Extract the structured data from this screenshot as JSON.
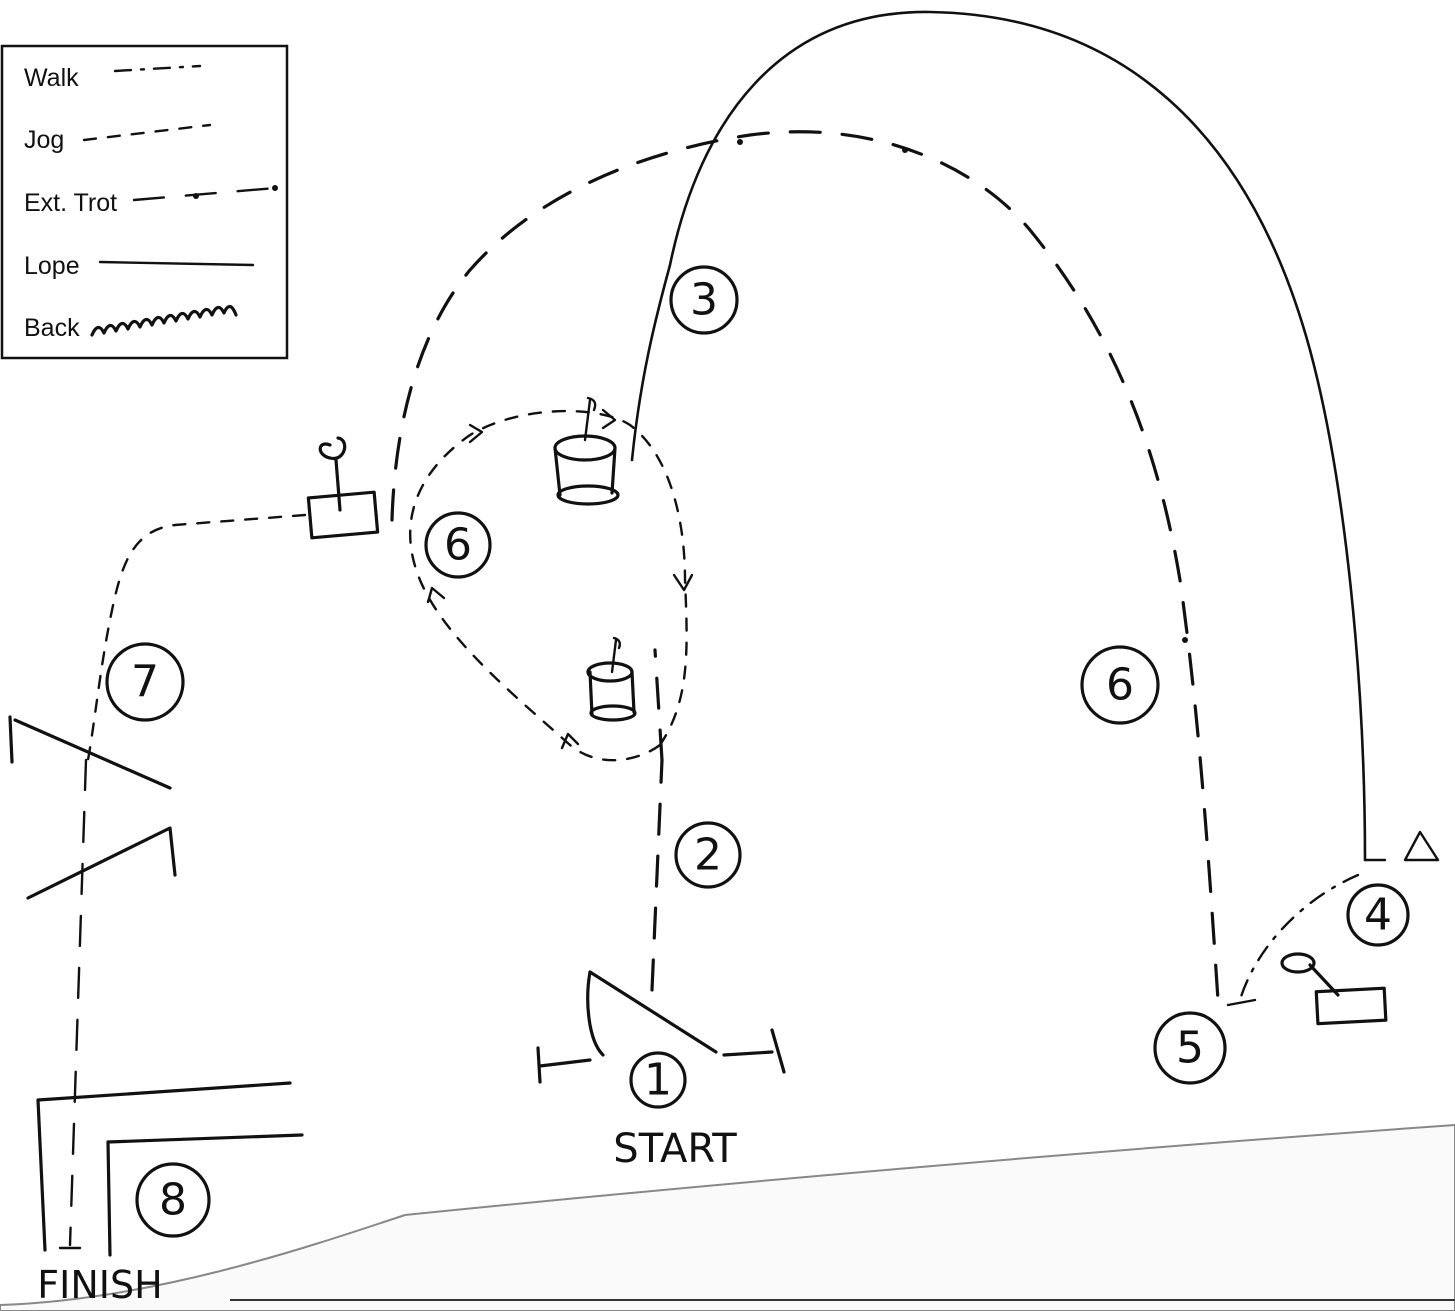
{
  "legend": {
    "items": [
      {
        "label": "Walk",
        "style": "walk"
      },
      {
        "label": "Jog",
        "style": "jog"
      },
      {
        "label": "Ext. Trot",
        "style": "trot"
      },
      {
        "label": "Lope",
        "style": "lope"
      },
      {
        "label": "Back",
        "style": "back"
      }
    ]
  },
  "labels": {
    "start": "START",
    "finish": "FINISH"
  },
  "markers": [
    "1",
    "2",
    "3",
    "4",
    "5",
    "6",
    "6",
    "7",
    "8"
  ],
  "colors": {
    "ink": "#111111",
    "paper": "#ffffff"
  }
}
